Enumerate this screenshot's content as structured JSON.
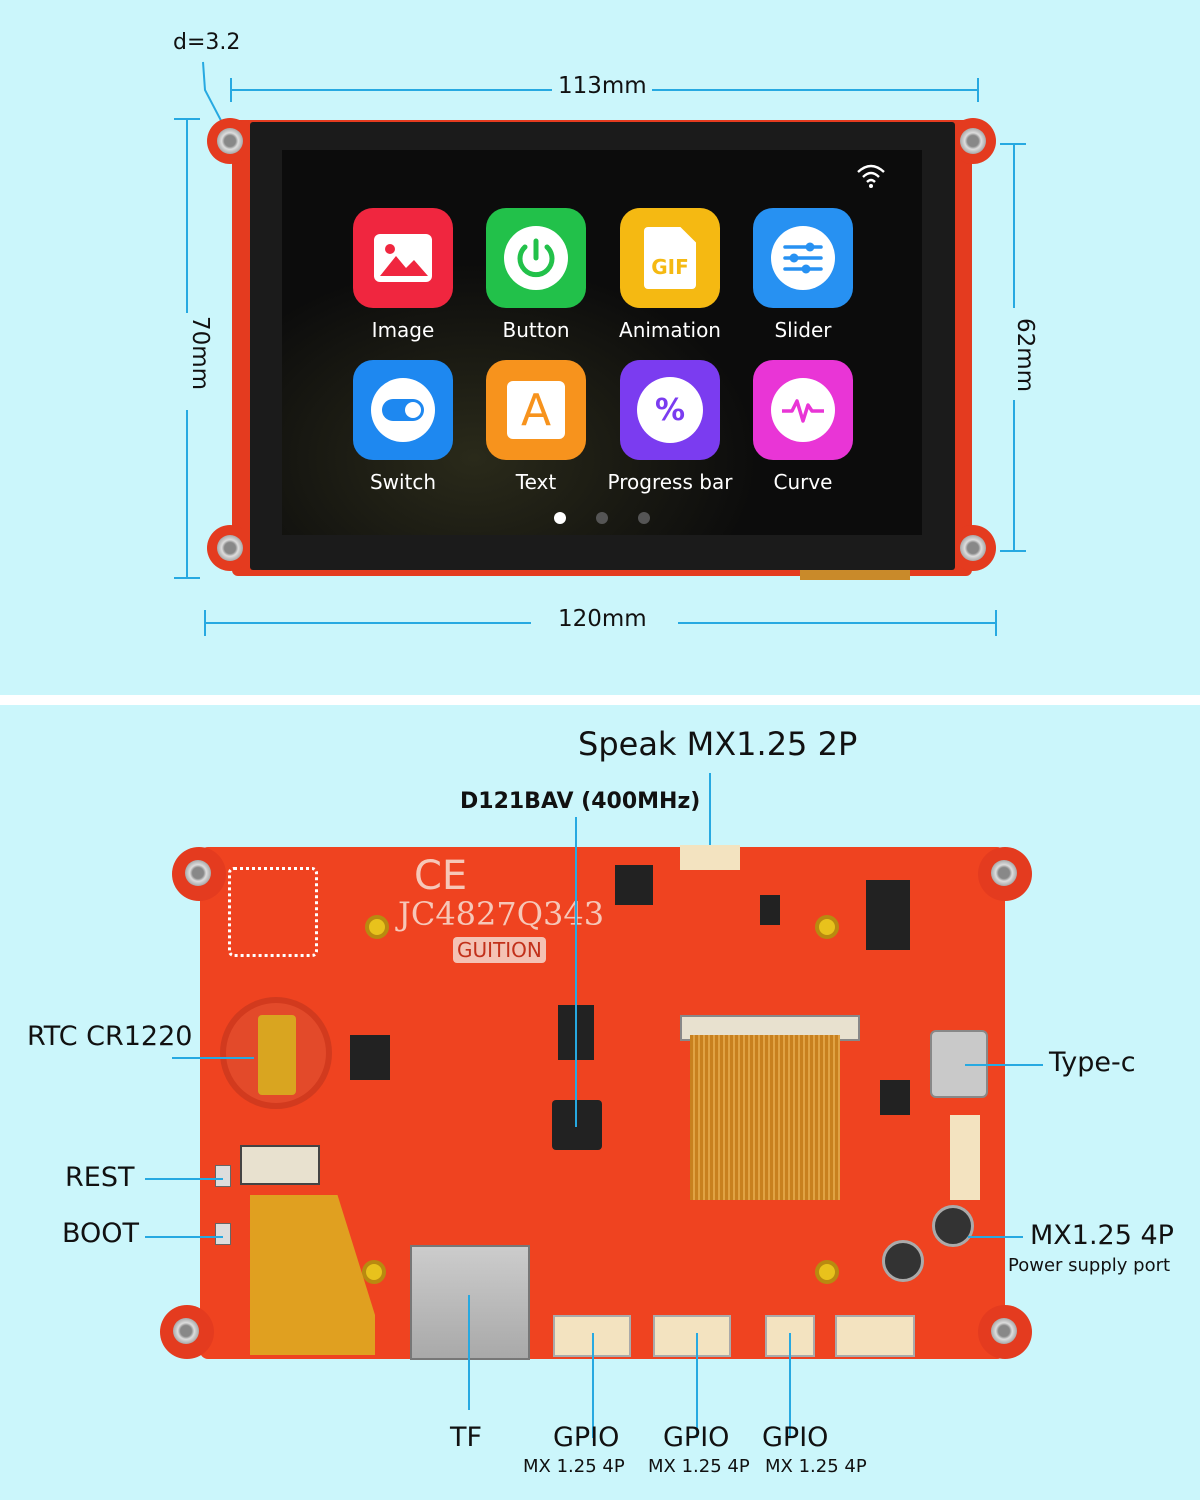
{
  "top": {
    "dimensions": {
      "hole_diameter": "d=3.2",
      "screen_width": "113mm",
      "board_width": "120mm",
      "board_height": "70mm",
      "screen_height": "62mm"
    },
    "screen": {
      "wifi_icon": "wifi-icon",
      "apps": [
        {
          "label": "Image",
          "color": "#f0263f",
          "icon": "image-icon"
        },
        {
          "label": "Button",
          "color": "#22c14a",
          "icon": "power-icon"
        },
        {
          "label": "Animation",
          "color": "#f5b912",
          "icon": "gif-icon",
          "glyph": "GIF"
        },
        {
          "label": "Slider",
          "color": "#2791f2",
          "icon": "sliders-icon"
        },
        {
          "label": "Switch",
          "color": "#1e88f0",
          "icon": "toggle-icon"
        },
        {
          "label": "Text",
          "color": "#f7931d",
          "icon": "text-icon",
          "glyph": "A"
        },
        {
          "label": "Progress bar",
          "color": "#7b3cf0",
          "icon": "percent-icon",
          "glyph": "%"
        },
        {
          "label": "Curve",
          "color": "#e935d6",
          "icon": "pulse-icon"
        }
      ],
      "page_count": 3,
      "active_page": 1
    }
  },
  "bottom": {
    "silkscreen": {
      "ce": "CE",
      "model": "JC4827Q343",
      "brand": "GUITION"
    },
    "labels": {
      "speaker": "Speak MX1.25 2P",
      "chip": "D121BAV (400MHz)",
      "rtc": "RTC CR1220",
      "type_c": "Type-c",
      "rest": "REST",
      "boot": "BOOT",
      "power": "MX1.25 4P",
      "power_sub": "Power supply port",
      "tf": "TF",
      "gpio": [
        {
          "title": "GPIO",
          "sub": "MX 1.25 4P"
        },
        {
          "title": "GPIO",
          "sub": "MX 1.25 4P"
        },
        {
          "title": "GPIO",
          "sub": "MX 1.25 4P"
        }
      ]
    }
  }
}
